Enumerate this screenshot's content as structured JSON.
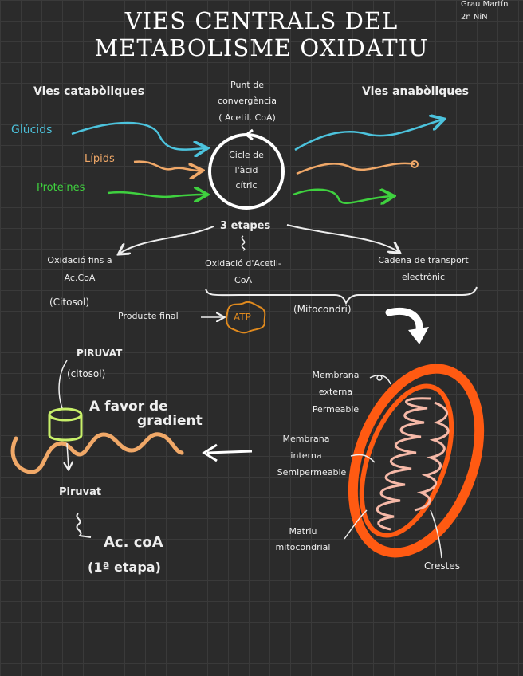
{
  "title": {
    "line1": "VIES CENTRALS DEL",
    "line2": "METABOLISME OXIDATIU"
  },
  "author": {
    "line1": "Grau Martín",
    "line2": "2n NiN"
  },
  "headers": {
    "catabolic": "Vies catabòliques",
    "anabolic": "Vies anabòliques"
  },
  "convergence": {
    "line1": "Punt de",
    "line2": "convergència",
    "line3": "( Acetil. CoA)"
  },
  "cycle": {
    "line1": "Cicle de",
    "line2": "l'àcid",
    "line3": "cítric"
  },
  "nutrients": {
    "carbs": "Glúcids",
    "lipids": "Lípids",
    "proteins": "Proteïnes"
  },
  "stages": {
    "label": "3 etapes",
    "stage1_line1": "Oxidació fins a",
    "stage1_line2": "Ac.CoA",
    "stage2_line1": "Oxidació d'Acetil-",
    "stage2_line2": "CoA",
    "stage3_line1": "Cadena de transport",
    "stage3_line2": "electrònic",
    "cytosol": "(Citosol)",
    "mitochondrion": "(Mitocondri)"
  },
  "product": {
    "label": "Producte final",
    "atp": "ATP"
  },
  "pyruvate": {
    "top_line1": "PIRUVAT",
    "top_line2": "(citosol)",
    "gradient_line1": "A favor de",
    "gradient_line2": "gradient",
    "bottom": "Piruvat",
    "acoa": "Ac. coA",
    "first_stage": "(1ª etapa)"
  },
  "mito_labels": {
    "outer_line1": "Membrana",
    "outer_line2": "externa",
    "outer_line3": "Permeable",
    "inner_line1": "Membrana",
    "inner_line2": "interna",
    "inner_line3": "Semipermeable",
    "matrix_line1": "Matriu",
    "matrix_line2": "mitocondrial",
    "cristae": "Crestes"
  },
  "colors": {
    "carbs": "#4cc3dd",
    "lipids": "#f0a868",
    "proteins": "#3fd13f",
    "mitochondrion": "#ff5a12",
    "cristae": "#f6b9a8",
    "channel": "#c8f06a",
    "atp": "#e08a1e"
  }
}
